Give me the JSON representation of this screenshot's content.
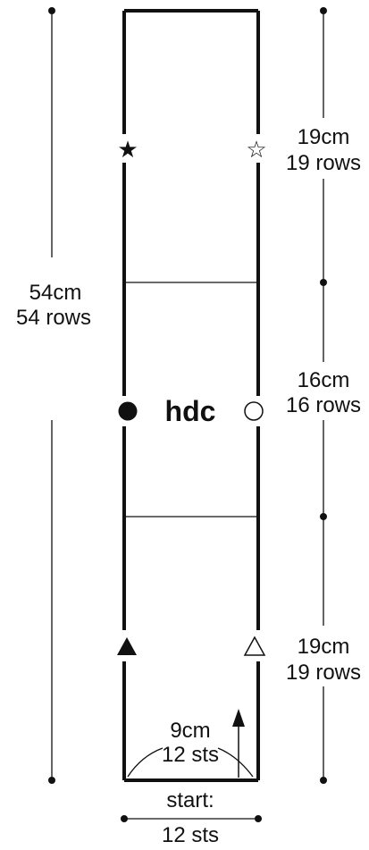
{
  "diagram": {
    "stitch": "hdc",
    "total_height": {
      "size": "54cm",
      "rows": "54 rows"
    },
    "sections": [
      {
        "size": "19cm",
        "rows": "19 rows"
      },
      {
        "size": "16cm",
        "rows": "16 rows"
      },
      {
        "size": "19cm",
        "rows": "19 rows"
      }
    ],
    "width": {
      "size": "9cm",
      "stitches": "12 sts"
    },
    "start": {
      "label": "start:",
      "stitches": "12 sts"
    },
    "markers": {
      "top_left": "★",
      "top_right": "☆",
      "mid_left": "●",
      "mid_right": "○",
      "bottom_left": "▲",
      "bottom_right": "△"
    },
    "colors": {
      "line": "#111111",
      "background": "#ffffff"
    }
  }
}
